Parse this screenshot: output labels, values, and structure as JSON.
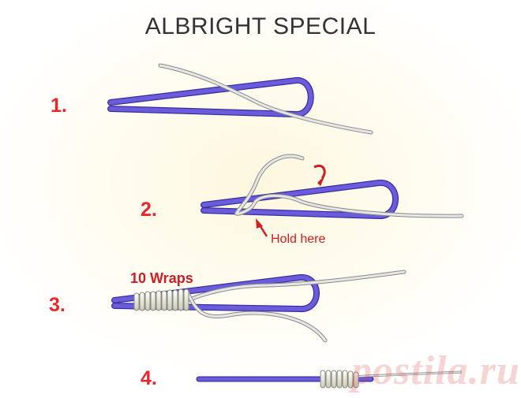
{
  "title": "ALBRIGHT SPECIAL",
  "steps": [
    {
      "number": "1."
    },
    {
      "number": "2.",
      "annotation": "Hold here"
    },
    {
      "number": "3.",
      "annotation": "10 Wraps"
    },
    {
      "number": "4."
    }
  ],
  "watermark": "postila.ru",
  "colors": {
    "heavy_line": "#6a5cdc",
    "light_line": "#c8c8c8",
    "wraps": "#d6d6c6",
    "step_numbers": "#e8262b"
  },
  "icons": [
    "curved-arrow-icon",
    "pointer-arrow-icon"
  ]
}
